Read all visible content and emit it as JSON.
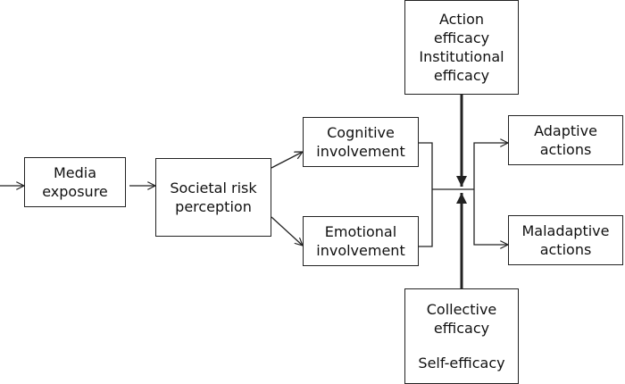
{
  "nodes": {
    "media": {
      "lines": [
        "Media",
        "exposure"
      ]
    },
    "societal": {
      "lines": [
        "Societal risk",
        "perception"
      ]
    },
    "cognitive": {
      "lines": [
        "Cognitive",
        "involvement"
      ]
    },
    "emotional": {
      "lines": [
        "Emotional",
        "involvement"
      ]
    },
    "action": {
      "lines": [
        "Action",
        "efficacy",
        "Institutional",
        "efficacy"
      ]
    },
    "collective": {
      "lines": [
        "Collective",
        "efficacy"
      ],
      "extra": "Self-efficacy"
    },
    "adaptive": {
      "lines": [
        "Adaptive",
        "actions"
      ]
    },
    "maladaptive": {
      "lines": [
        "Maladaptive",
        "actions"
      ]
    }
  },
  "colors": {
    "stroke": "#222222",
    "text": "#111111",
    "background": "#ffffff"
  }
}
